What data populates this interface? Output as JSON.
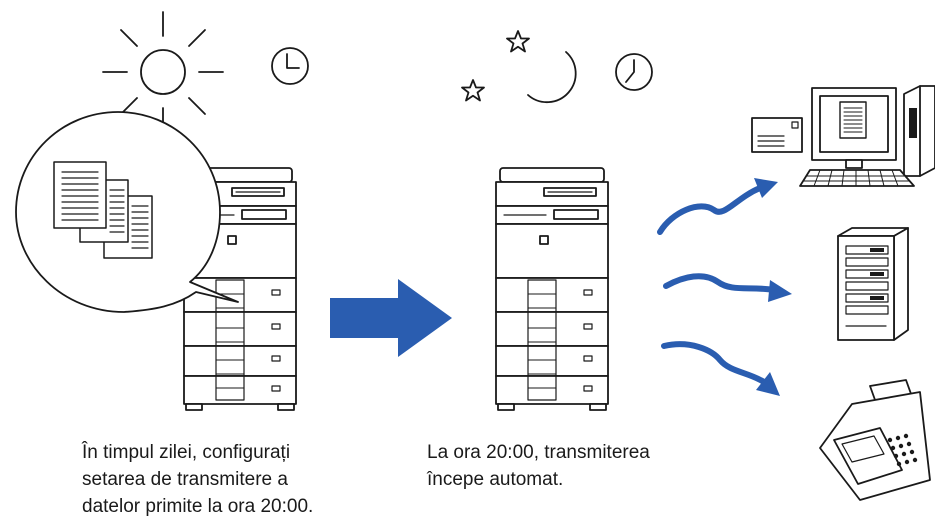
{
  "captions": {
    "daytime": [
      "În timpul zilei, configurați",
      "setarea de transmitere a",
      "datelor primite la ora 20:00."
    ],
    "night": [
      "La ora 20:00, transmiterea",
      "începe automat."
    ]
  },
  "colors": {
    "arrow": "#2a5db0",
    "line": "#1a1a1a",
    "background": "#ffffff"
  },
  "icons": {
    "day": [
      "sun-icon",
      "clock-icon"
    ],
    "night": [
      "star-icon",
      "star-icon",
      "moon-icon",
      "clock-icon"
    ],
    "destinations": [
      "computer-icon",
      "server-icon",
      "fax-icon"
    ]
  }
}
